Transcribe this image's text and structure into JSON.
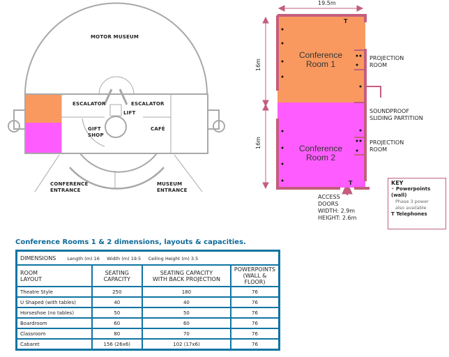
{
  "floor_plan": {
    "labels": {
      "motor_museum": "MOTOR MUSEUM",
      "escalator_left": "ESCALATOR",
      "escalator_right": "ESCALATOR",
      "lift": "LIFT",
      "gift_shop": "GIFT\nSHOP",
      "cafe": "CAFÉ",
      "conference_entrance": "CONFERENCE\nENTRANCE",
      "museum_entrance": "MUSEUM\nENTRANCE"
    },
    "colors": {
      "room1": "#f9995f",
      "room2": "#ff5cff",
      "walls": "#a8a8a8"
    }
  },
  "room_plan": {
    "width_dim": "19.5m",
    "length_dim_top": "16m",
    "length_dim_bottom": "16m",
    "room1_label": "Conference\nRoom 1",
    "room2_label": "Conference\nRoom 2",
    "projection_room_1": "PROJECTION\nROOM",
    "projection_room_2": "PROJECTION\nROOM",
    "partition": "SOUNDPROOF\nSLIDING PARTITION",
    "access_doors": "ACCESS\nDOORS\nWIDTH: 2.9m\nHEIGHT: 2.6m",
    "telephone_mark": "T",
    "colors": {
      "room1": "#f9995f",
      "room2": "#ff5cff",
      "walls": "#c45e7c"
    }
  },
  "key": {
    "title": "KEY",
    "powerpoints": "Powerpoints\n(wall)",
    "phase_note": "Phase 3 power\nalso available",
    "telephones": "T Telephones"
  },
  "table": {
    "title": "Conference Rooms 1 & 2 dimensions, layouts & capacities.",
    "dimensions_label": "DIMENSIONS",
    "length": "Length (m) 16",
    "width": "Width (m) 19.5",
    "ceiling": "Ceiling Height (m) 3.5",
    "headers": [
      "ROOM\nLAYOUT",
      "SEATING\nCAPACITY",
      "SEATING CAPACITY\nWITH BACK PROJECTION",
      "POWERPOINTS\n(WALL & FLOOR)"
    ],
    "rows": [
      [
        "Theatre Style",
        "250",
        "180",
        "76"
      ],
      [
        "U Shaped (with tables)",
        "40",
        "40",
        "76"
      ],
      [
        "Horseshoe (no tables)",
        "50",
        "50",
        "76"
      ],
      [
        "Boardroom",
        "60",
        "60",
        "76"
      ],
      [
        "Classroom",
        "80",
        "70",
        "76"
      ],
      [
        "Cabaret",
        "156 (26x6)",
        "102 (17x6)",
        "76"
      ]
    ],
    "accent": "#0f74a3"
  }
}
